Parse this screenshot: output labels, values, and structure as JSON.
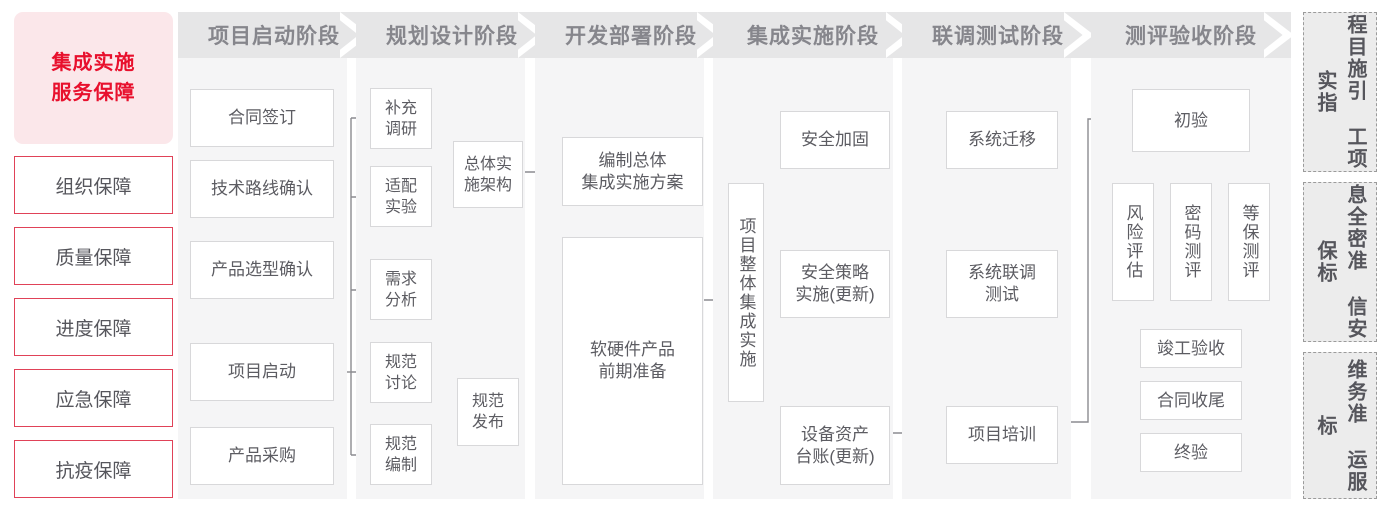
{
  "left_rail": {
    "title": "集成实施\n服务保障",
    "title_line1": "集成实施",
    "title_line2": "服务保障",
    "items": [
      {
        "label": "组织保障"
      },
      {
        "label": "质量保障"
      },
      {
        "label": "进度保障"
      },
      {
        "label": "应急保障"
      },
      {
        "label": "抗疫保障"
      }
    ],
    "colors": {
      "title_bg": "#fbe7ea",
      "title_fg": "#e8102d",
      "item_border": "#e04258"
    }
  },
  "phases": [
    {
      "header": "项目启动阶段"
    },
    {
      "header": "规划设计阶段"
    },
    {
      "header": "开发部署阶段"
    },
    {
      "header": "集成实施阶段"
    },
    {
      "header": "联调测试阶段"
    },
    {
      "header": "测评验收阶段"
    }
  ],
  "nodes": {
    "p1_contract": "合同签订",
    "p1_tech_route": "技术路线确认",
    "p1_product_select": "产品选型确认",
    "p1_kickoff": "项目启动",
    "p1_purchase": "产品采购",
    "p2_survey": "补充\n调研",
    "p2_survey_l1": "补充",
    "p2_survey_l2": "调研",
    "p2_adapt": "适配\n实验",
    "p2_adapt_l1": "适配",
    "p2_adapt_l2": "实验",
    "p2_demand": "需求\n分析",
    "p2_demand_l1": "需求",
    "p2_demand_l2": "分析",
    "p2_spec_discuss": "规范\n讨论",
    "p2_spec_discuss_l1": "规范",
    "p2_spec_discuss_l2": "讨论",
    "p2_spec_write": "规范\n编制",
    "p2_spec_write_l1": "规范",
    "p2_spec_write_l2": "编制",
    "p2_arch": "总体实\n施架构",
    "p2_arch_l1": "总体实",
    "p2_arch_l2": "施架构",
    "p2_spec_publish": "规范\n发布",
    "p2_spec_publish_l1": "规范",
    "p2_spec_publish_l2": "发布",
    "p3_plan": "编制总体\n集成实施方案",
    "p3_plan_l1": "编制总体",
    "p3_plan_l2": "集成实施方案",
    "p3_prep": "软硬件产品\n前期准备",
    "p3_prep_l1": "软硬件产品",
    "p3_prep_l2": "前期准备",
    "p4_overall": "项目整体集成实施",
    "p4_harden": "安全加固",
    "p4_policy": "安全策略\n实施(更新)",
    "p4_policy_l1": "安全策略",
    "p4_policy_l2": "实施(更新)",
    "p4_asset": "设备资产\n台账(更新)",
    "p4_asset_l1": "设备资产",
    "p4_asset_l2": "台账(更新)",
    "p5_migrate": "系统迁移",
    "p5_joint_test": "系统联调\n测试",
    "p5_joint_test_l1": "系统联调",
    "p5_joint_test_l2": "测试",
    "p5_training": "项目培训",
    "p6_first_accept": "初验",
    "p6_risk": "风险评估",
    "p6_crypto": "密码测评",
    "p6_grade": "等保测评",
    "p6_completion": "竣工验收",
    "p6_contract_close": "合同收尾",
    "p6_final_accept": "终验"
  },
  "right_rail": [
    {
      "label": "工程项目实施指引",
      "col_right": "程目施引",
      "col_left": "工项实指"
    },
    {
      "label": "信息安全保密标准",
      "col_right": "息全密准",
      "col_left": "信安保标"
    },
    {
      "label": "运维服务标准",
      "col_right": "维务准",
      "col_left": "运服标"
    }
  ]
}
